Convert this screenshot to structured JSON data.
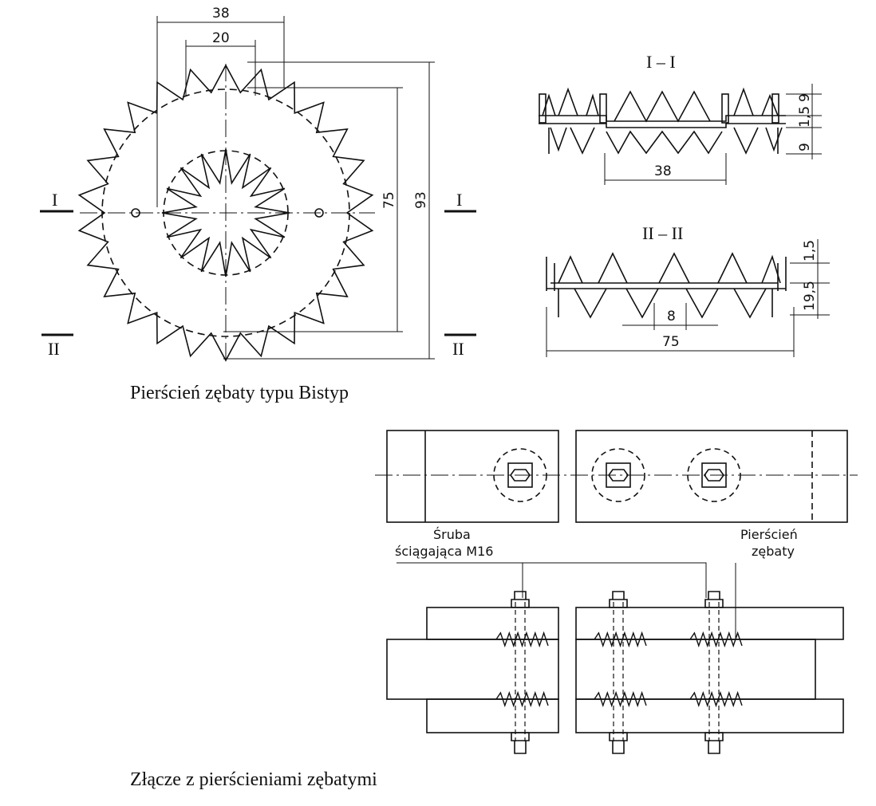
{
  "ring": {
    "caption": "Pierścień zębaty typu Bistyp",
    "dim_outer_width": "38",
    "dim_inner_width": "20",
    "dim_inner_height": "75",
    "dim_outer_height": "93",
    "section_I_left": "I",
    "section_I_right": "I",
    "section_II_left": "II",
    "section_II_right": "II"
  },
  "section_I": {
    "title": "I – I",
    "dim_base": "38",
    "dim_a": "9",
    "dim_b": "1,5",
    "dim_c": "9"
  },
  "section_II": {
    "title": "II – II",
    "dim_tooth": "8",
    "dim_total": "75",
    "dim_flange": "1,5",
    "dim_height": "19,5"
  },
  "joint": {
    "caption": "Złącze z pierścieniami zębatymi",
    "bolt_label_1": "Śruba",
    "bolt_label_2": "ściągająca M16",
    "ring_label_1": "Pierścień",
    "ring_label_2": "zębaty"
  }
}
